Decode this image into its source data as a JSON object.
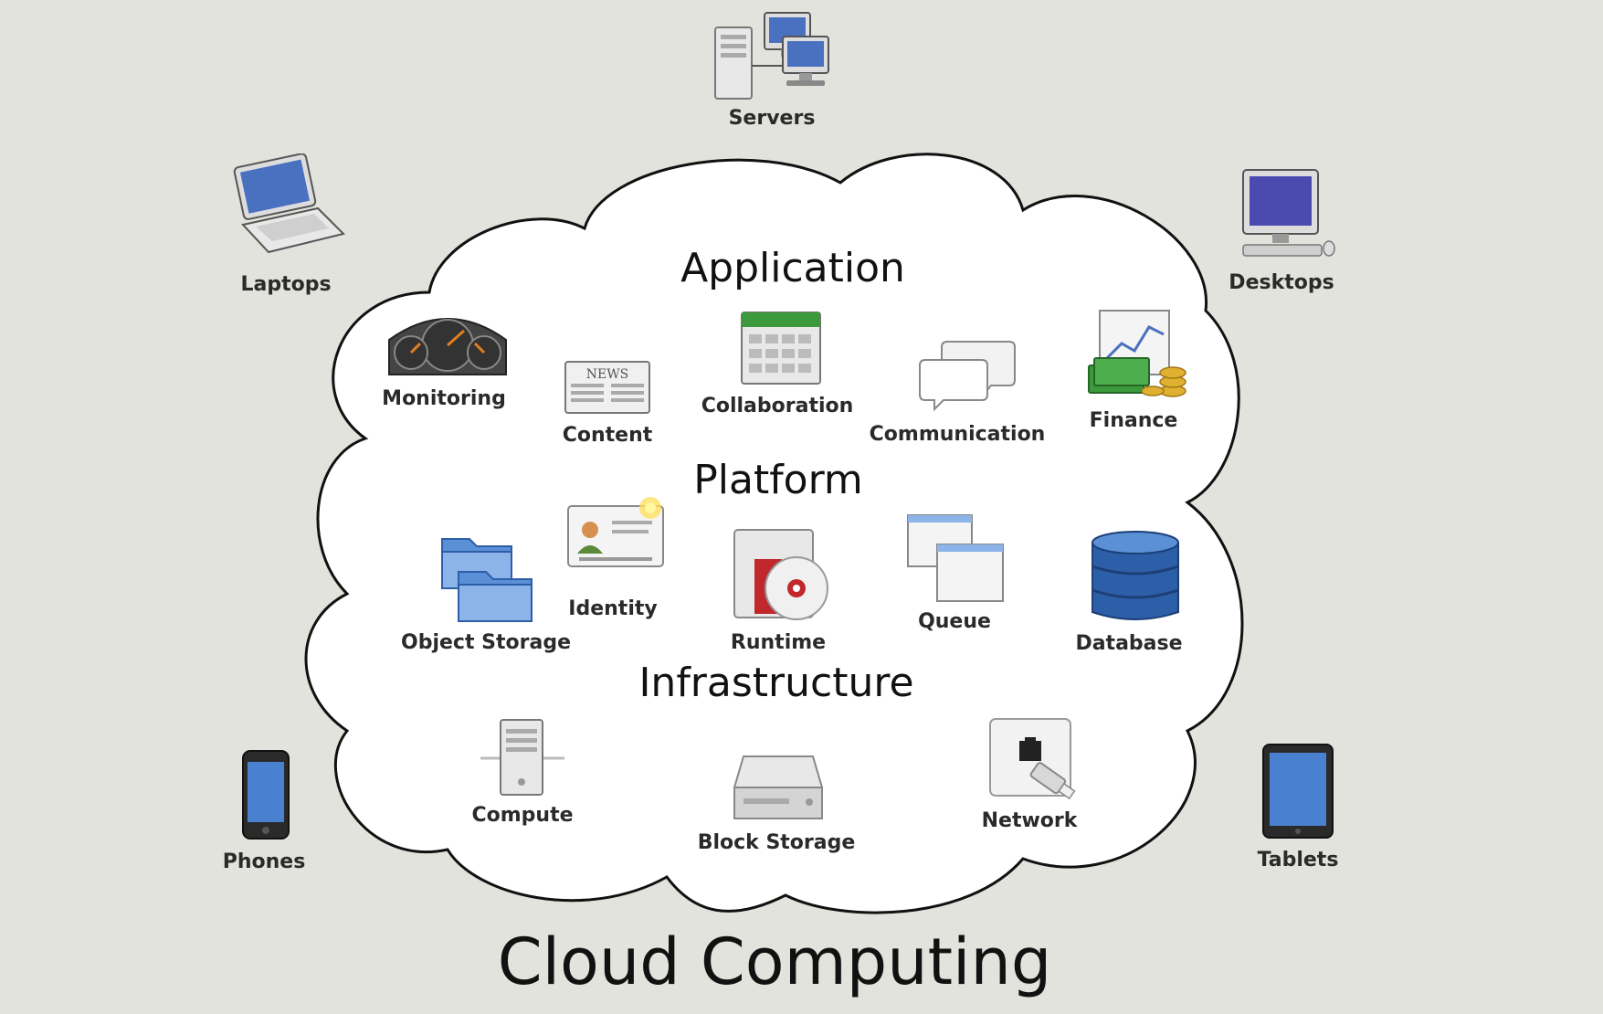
{
  "title": "Cloud Computing",
  "layers": {
    "application": "Application",
    "platform": "Platform",
    "infrastructure": "Infrastructure"
  },
  "devices": {
    "servers": "Servers",
    "laptops": "Laptops",
    "desktops": "Desktops",
    "phones": "Phones",
    "tablets": "Tablets"
  },
  "application_services": {
    "monitoring": "Monitoring",
    "content": "Content",
    "collaboration": "Collaboration",
    "communication": "Communication",
    "finance": "Finance"
  },
  "platform_services": {
    "object_storage": "Object Storage",
    "identity": "Identity",
    "runtime": "Runtime",
    "queue": "Queue",
    "database": "Database"
  },
  "infrastructure_services": {
    "compute": "Compute",
    "block_storage": "Block Storage",
    "network": "Network"
  },
  "icon_glyphs": {
    "content_newspaper": "NEWS"
  },
  "colors": {
    "background": "#e3e3dd",
    "cloud_fill": "#ffffff",
    "cloud_outline": "#111111",
    "screen_blue": "#4a70c0",
    "folder_blue": "#5b8fd6",
    "database_blue": "#2d5ea8",
    "money_green": "#3c9a3c",
    "gold": "#e0b030",
    "runtime_red": "#c0282c"
  }
}
